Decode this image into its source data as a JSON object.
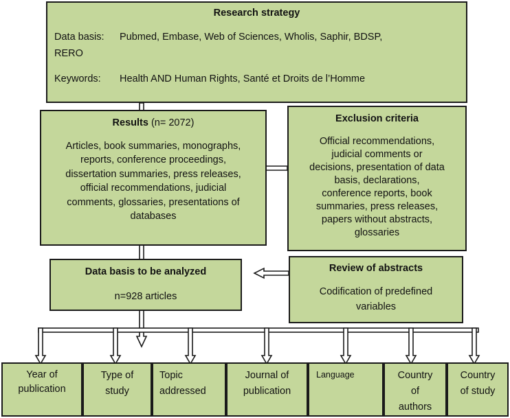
{
  "strategy": {
    "title": "Research strategy",
    "databases_label": "Data basis:",
    "databases_line1": "Pubmed, Embase, Web of Sciences, Wholis, Saphir, BDSP,",
    "databases_line2": "RERO",
    "keywords_label": "Keywords:",
    "keywords_value": "Health AND Human Rights, Santé et Droits de l’Homme"
  },
  "results": {
    "title": "Results",
    "count": "(n= 2072)",
    "lines": [
      "Articles, book summaries, monographs,",
      "reports, conference proceedings,",
      "dissertation summaries, press releases,",
      "official recommendations, judicial",
      "comments, glossaries, presentations of",
      "databases"
    ]
  },
  "exclusion": {
    "title": "Exclusion criteria",
    "lines": [
      "Official recommendations,",
      "judicial comments or",
      "decisions, presentation of data",
      "basis, declarations,",
      "conference reports, book",
      "summaries, press releases,",
      "papers without abstracts,",
      "glossaries"
    ]
  },
  "analyzed": {
    "title": "Data basis to be analyzed",
    "count": "n=928 articles"
  },
  "review": {
    "title": "Review of abstracts",
    "line1": "Codification of predefined",
    "line2": "variables"
  },
  "variables": [
    {
      "line1": "Year of",
      "line2": "publication",
      "line3": ""
    },
    {
      "line1": "Type of",
      "line2": "study",
      "line3": ""
    },
    {
      "line1": "Topic",
      "line2": "addressed",
      "line3": ""
    },
    {
      "line1": "Journal of",
      "line2": "publication",
      "line3": ""
    },
    {
      "line1": "Language",
      "line2": "",
      "line3": ""
    },
    {
      "line1": "Country",
      "line2": "of",
      "line3": "authors"
    },
    {
      "line1": "Country",
      "line2": "of study",
      "line3": ""
    }
  ],
  "colors": {
    "box_fill": "#c4d79b",
    "border": "#1a1a1a",
    "arrow_fill": "#ffffff"
  }
}
